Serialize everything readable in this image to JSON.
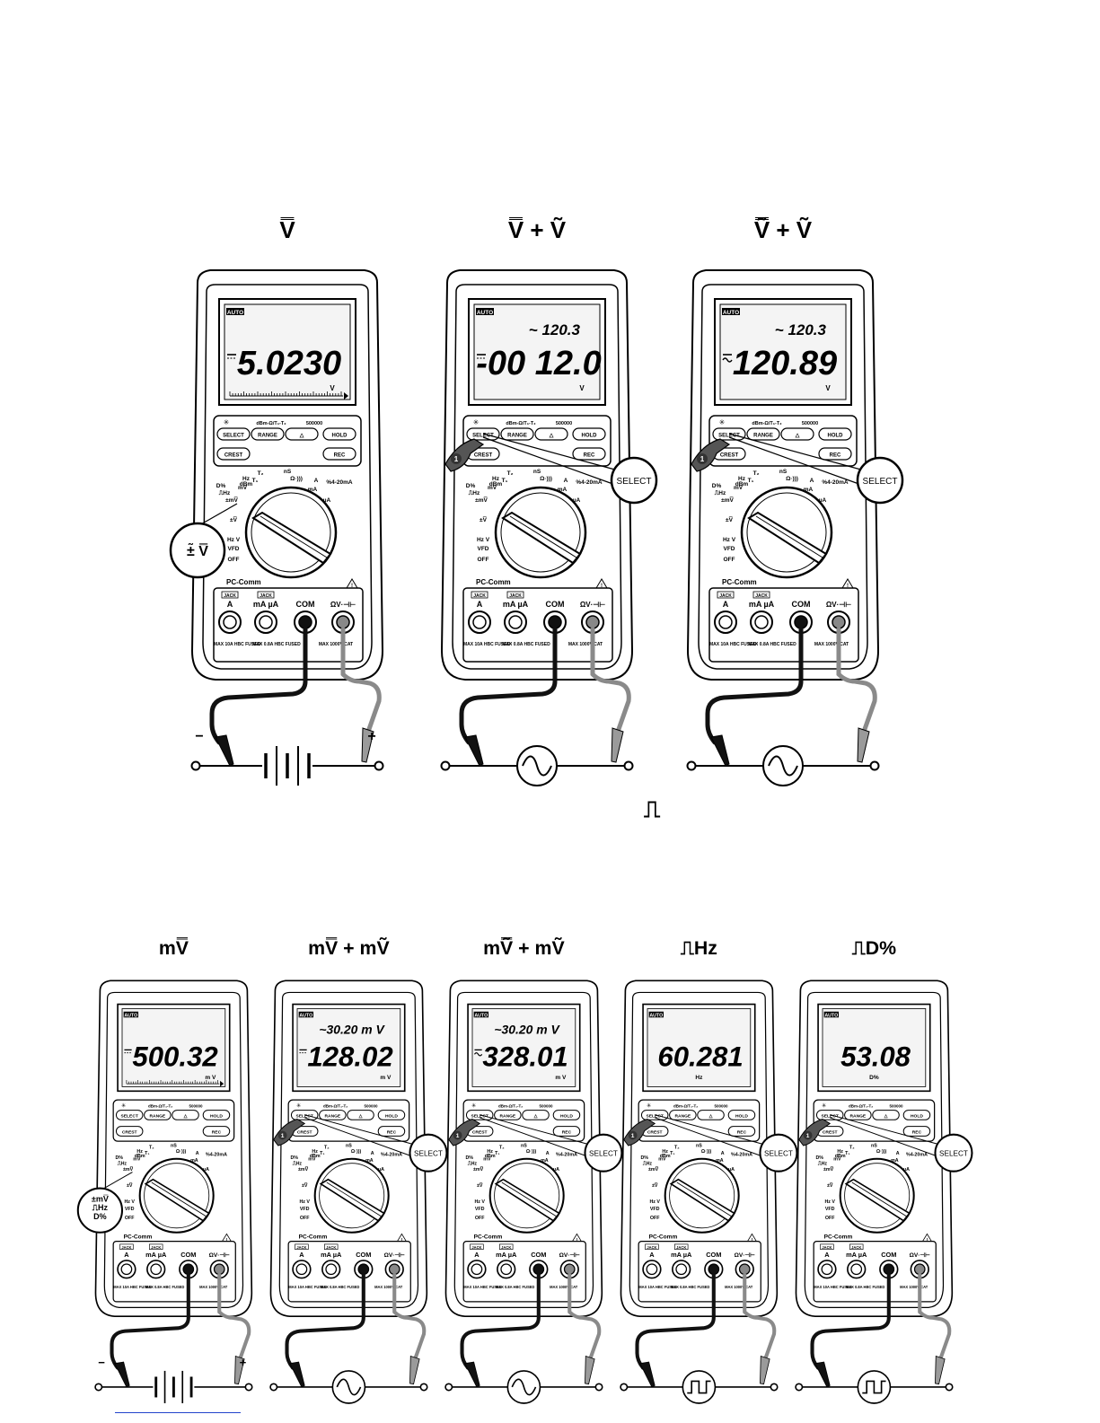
{
  "sections": [
    {
      "meters": [
        {
          "title": "V̿",
          "lcd": {
            "sub": "",
            "main": "5.0230",
            "unit": "V",
            "mode": "dc",
            "bargraph": true
          },
          "callout": {
            "kind": "dial",
            "lines": [
              "±̃ V̿"
            ]
          },
          "source": "battery"
        },
        {
          "title": "V̿ + Ṽ",
          "lcd": {
            "sub": "~ 120.3",
            "main": "-00 12.0",
            "unit": "V",
            "mode": "dc",
            "bargraph": false
          },
          "callout": {
            "kind": "select",
            "lines": [
              "SELECT"
            ]
          },
          "source": "ac"
        },
        {
          "title": "Ṽ̿ + Ṽ",
          "lcd": {
            "sub": "~ 120.3",
            "main": "120.89",
            "unit": "V",
            "mode": "acdc",
            "bargraph": false
          },
          "callout": {
            "kind": "select",
            "lines": [
              "SELECT"
            ]
          },
          "source": "ac"
        }
      ]
    },
    {
      "meters": [
        {
          "title": "mV̿",
          "lcd": {
            "sub": "",
            "main": "500.32",
            "unit": "m V",
            "mode": "dc",
            "bargraph": true
          },
          "callout": {
            "kind": "dial",
            "lines": [
              "±mV̿",
              "⎍Hz",
              "D%"
            ]
          },
          "source": "battery"
        },
        {
          "title": "mV̿ + mṼ",
          "lcd": {
            "sub": "~30.20 m V",
            "main": "128.02",
            "unit": "m V",
            "mode": "dc",
            "bargraph": false
          },
          "callout": {
            "kind": "select",
            "lines": [
              "SELECT"
            ]
          },
          "source": "ac"
        },
        {
          "title": "mṼ̿ + mṼ",
          "lcd": {
            "sub": "~30.20 m V",
            "main": "328.01",
            "unit": "m V",
            "mode": "acdc",
            "bargraph": false
          },
          "callout": {
            "kind": "select",
            "lines": [
              "SELECT"
            ]
          },
          "source": "ac"
        },
        {
          "title": "⎍Hz",
          "lcd": {
            "sub": "",
            "main": "60.281",
            "unit": "Hz",
            "mode": "none",
            "bargraph": false
          },
          "callout": {
            "kind": "select",
            "lines": [
              "SELECT"
            ]
          },
          "source": "pulse"
        },
        {
          "title": "⎍D%",
          "lcd": {
            "sub": "",
            "main": "53.08",
            "unit": "D%",
            "mode": "none",
            "bargraph": false
          },
          "callout": {
            "kind": "select",
            "lines": [
              "SELECT"
            ]
          },
          "source": "pulse"
        }
      ]
    }
  ],
  "pulse_glyph": "⎍",
  "meter_labels": {
    "auto": "AUTO",
    "buttons": [
      "SELECT",
      "RANGE",
      "△",
      "HOLD",
      "CREST",
      "REC"
    ],
    "function_row": "dBm-Ω/T₁-T₂",
    "counts": "500000",
    "pc_comm": "PC-Comm",
    "jacks": [
      "A",
      "mA µA",
      "COM",
      "ΩV·⊣⊢"
    ],
    "jack_tags": [
      "JACK",
      "JACK"
    ],
    "fuse_notes": [
      "MAX 10A HBC FUSED",
      "MAX 0.8A HBC FUSED",
      "MAX 1000V CAT"
    ],
    "dial_labels": [
      "D%",
      "⎍Hz",
      "±mV̿",
      "mV",
      "T₁",
      "T₂",
      "nS",
      "Ω·)))",
      "A",
      "mA",
      "µA",
      "%4-20mA",
      "Hz",
      "dBm",
      "±V̿",
      "Hz V",
      "VFD",
      "OFF"
    ],
    "battery_polarity": [
      "−",
      "+"
    ],
    "finger_step": "1"
  }
}
